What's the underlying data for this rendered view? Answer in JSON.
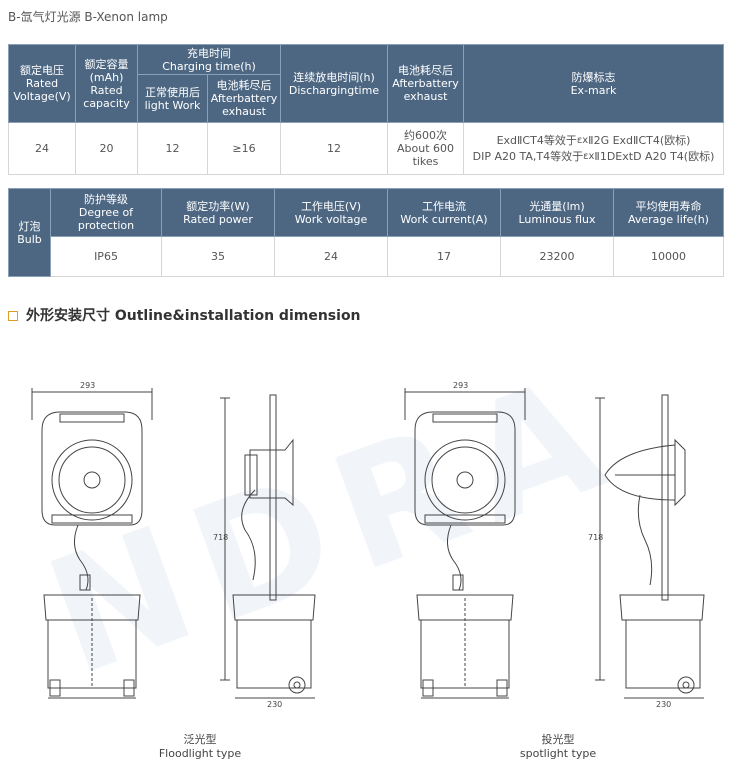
{
  "title": "B-氙气灯光源 B-Xenon lamp",
  "table1": {
    "h_voltage_cn": "额定电压",
    "h_voltage_en": "Rated Voltage(V)",
    "h_capacity_cn": "额定容量",
    "h_capacity_unit": "(mAh)",
    "h_capacity_en": "Rated capacity",
    "h_charging_cn": "充电时间",
    "h_charging_en": "Charging time(h)",
    "h_normal_cn": "正常使用后",
    "h_normal_en": "light Work",
    "h_exhaust_cn": "电池耗尽后",
    "h_exhaust_en": "Afterbattery exhaust",
    "h_discharge_cn": "连续放电时间(h)",
    "h_discharge_en": "Dischargingtime",
    "h_battery_cn": "电池耗尽后",
    "h_battery_en": "Afterbattery exhaust",
    "h_exmark_cn": "防爆标志",
    "h_exmark_en": "Ex-mark",
    "v_voltage": "24",
    "v_capacity": "20",
    "v_normal": "12",
    "v_exhaust": "≥16",
    "v_discharge": "12",
    "v_battery_cn": "约600次",
    "v_battery_en": "About 600",
    "v_battery_en2": "tikes",
    "v_ex1_a": "ExdⅡCT4等效于",
    "v_ex1_b": "Ⅱ2G ExdⅡCT4(欧标)",
    "v_ex2_a": "DIP A20 TA,T4等效于",
    "v_ex2_b": "Ⅱ1DExtD A20 T4(欧标)"
  },
  "table2": {
    "bulb_cn": "灯泡",
    "bulb_en": "Bulb",
    "h_protect_cn": "防护等级",
    "h_protect_en": "Degree of protection",
    "h_power_cn": "额定功率(W)",
    "h_power_en": "Rated power",
    "h_wvolt_cn": "工作电压(V)",
    "h_wvolt_en": "Work voltage",
    "h_wcurr_cn": "工作电流",
    "h_wcurr_en": "Work current(A)",
    "h_flux_cn": "光通量(lm)",
    "h_flux_en": "Luminous flux",
    "h_life_cn": "平均使用寿命",
    "h_life_en": "Average life(h)",
    "v_protect": "IP65",
    "v_power": "35",
    "v_wvolt": "24",
    "v_wcurr": "17",
    "v_flux": "23200",
    "v_life": "10000"
  },
  "section_title": "外形安装尺寸 Outline&installation dimension",
  "dims": {
    "width": "293",
    "height": "718",
    "base": "230"
  },
  "captions": {
    "flood_cn": "泛光型",
    "flood_en": "Floodlight type",
    "spot_cn": "投光型",
    "spot_en": "spotlight type"
  },
  "ex_symbol": "εx",
  "watermark": "NDRA",
  "colors": {
    "header": "#4d6783",
    "accent": "#e39a2c",
    "line": "#444444"
  }
}
